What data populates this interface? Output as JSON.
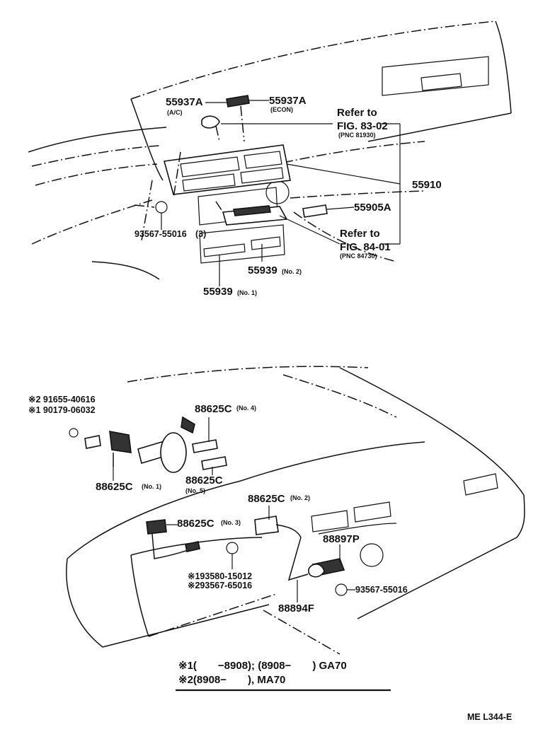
{
  "top": {
    "p55937a_left": "55937A",
    "p55937a_left_note": "(A/C)",
    "p55937a_right": "55937A",
    "p55937a_right_note": "(ECON)",
    "ref1_line1": "Refer to",
    "ref1_line2": "FIG. 83-02",
    "ref1_pnc": "(PNC 81930)",
    "p55910": "55910",
    "p55905a": "55905A",
    "bolt": "93567-55016",
    "bolt_qty": "(3)",
    "ref2_line1": "Refer to",
    "ref2_line2": "FIG. 84-01",
    "ref2_pnc": "(PNC 84730)",
    "p55939_no2": "55939",
    "p55939_no2_note": "(No. 2)",
    "p55939_no1": "55939",
    "p55939_no1_note": "(No. 1)"
  },
  "bottom": {
    "n2_91655": "※2 91655-40616",
    "n1_90179": "※1 90179-06032",
    "c_no4": "88625C",
    "c_no4_note": "(No. 4)",
    "c_no1": "88625C",
    "c_no1_note": "(No. 1)",
    "c_no5": "88625C",
    "c_no5_note": "(No. 5)",
    "c_no2": "88625C",
    "c_no2_note": "(No. 2)",
    "c_no3": "88625C",
    "c_no3_note": "(No. 3)",
    "p88897p": "88897P",
    "n1_93580": "※193580-15012",
    "n2_93567": "※293567-65016",
    "bolt": "93567-55016",
    "p88894f": "88894F"
  },
  "legend": {
    "line1": "※1(　　−8908); (8908−　　) GA70",
    "line2": "※2(8908−　　), MA70"
  },
  "figure_code": "ME  L344-E"
}
